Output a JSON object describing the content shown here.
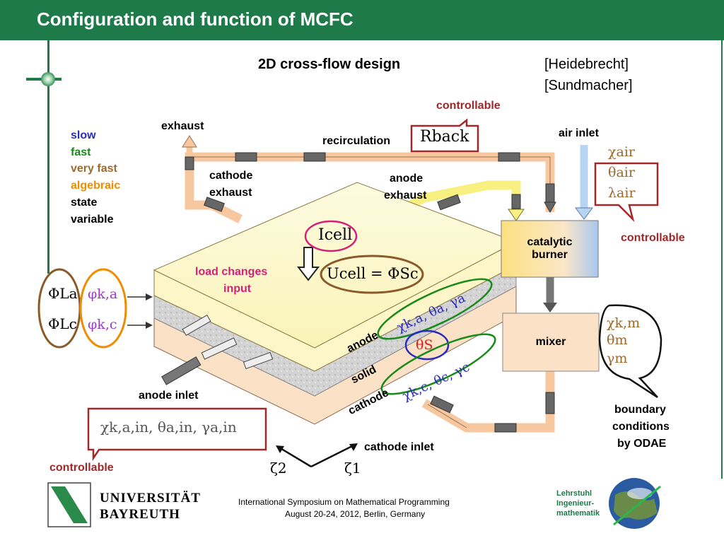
{
  "title": "Configuration and function of MCFC",
  "subtitle": "2D cross-flow design",
  "references": [
    "[Heidebrecht]",
    "[Sundmacher]"
  ],
  "legend": {
    "slow": "slow",
    "fast": "fast",
    "very_fast": "very fast",
    "algebraic": "algebraic",
    "state_variable_1": "state",
    "state_variable_2": "variable",
    "colors": {
      "slow": "#2b2bbf",
      "fast": "#1a8a1a",
      "very_fast": "#9a6a2e",
      "algebraic": "#f08c00",
      "state": "#111111"
    }
  },
  "labels": {
    "controllable": "controllable",
    "exhaust": "exhaust",
    "recirculation": "recirculation",
    "r_back": "Rback",
    "air_inlet": "air inlet",
    "air_params": [
      "χair",
      "θair",
      "λair"
    ],
    "cathode_exhaust_1": "cathode",
    "cathode_exhaust_2": "exhaust",
    "anode_exhaust_1": "anode",
    "anode_exhaust_2": "exhaust",
    "catalytic_burner_1": "catalytic",
    "catalytic_burner_2": "burner",
    "mixer": "mixer",
    "mixer_params": [
      "χk,m",
      "θm",
      "γm"
    ],
    "boundary_1": "boundary",
    "boundary_2": "conditions",
    "boundary_3": "by ODAE",
    "i_cell": "Icell",
    "u_cell": "Ucell = ΦSc",
    "load_changes_1": "load changes",
    "load_changes_2": "input",
    "anode": "anode",
    "solid": "solid",
    "cathode": "cathode",
    "anode_vars": "χk,a, θa, γa",
    "solid_var": "θS",
    "cathode_vars": "χk,c, θc, γc",
    "anode_inlet": "anode inlet",
    "cathode_inlet": "cathode inlet",
    "inlet_params": "χk,a,in, θa,in, γa,in",
    "zeta2": "ζ2",
    "zeta1": "ζ1",
    "phi_a": "ΦLa",
    "phi_c": "ΦLc",
    "varphi_a": "φk,a",
    "varphi_c": "φk,c"
  },
  "footer": {
    "university_1": "UNIVERSITÄT",
    "university_2": "BAYREUTH",
    "conference_1": "International Symposium on Mathematical Programming",
    "conference_2": "August 20-24, 2012, Berlin, Germany",
    "chair_1": "Lehrstuhl",
    "chair_2": "Ingenieur-",
    "chair_3": "mathematik"
  }
}
